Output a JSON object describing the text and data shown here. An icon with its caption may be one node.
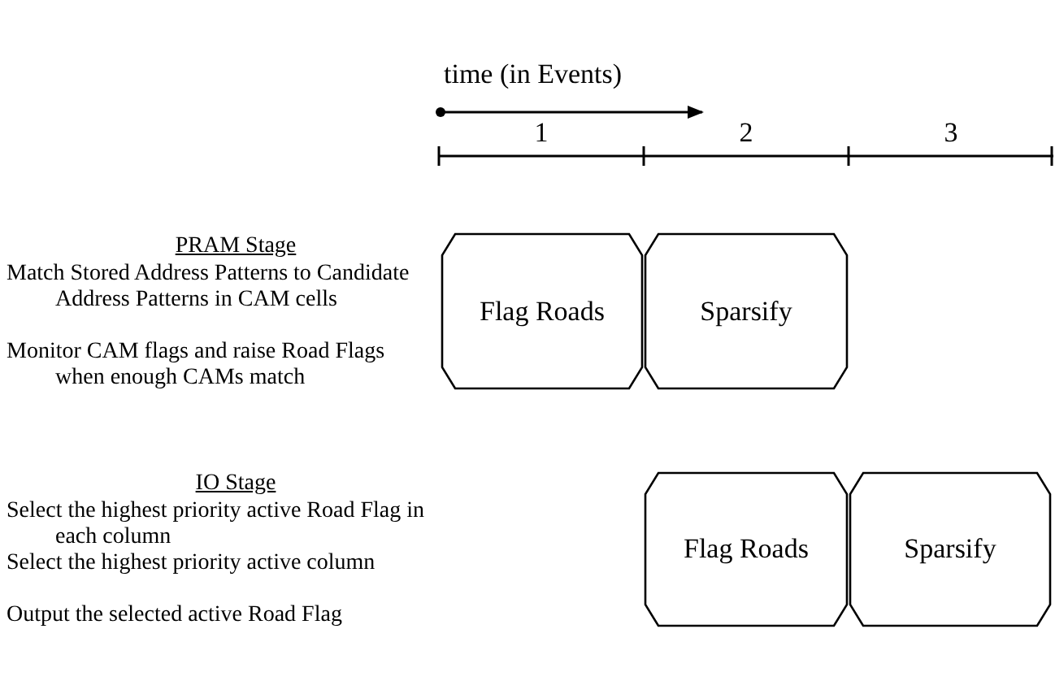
{
  "diagram": {
    "nodes": [
      {
        "text": [
          "Flag Roads"
        ]
      },
      {
        "text": [
          "Sparsify"
        ]
      },
      {
        "text": [
          "Flag Roads"
        ]
      },
      {
        "text": [
          "Sparsify"
        ]
      }
    ],
    "labels": [
      "time (in Events)",
      "1",
      "2",
      "3",
      "PRAM Stage",
      "Match Stored Address Patterns to Candidate Address Patterns in CAM cells",
      "Monitor CAM flags and raise Road Flags when enough CAMs match",
      "IO Stage",
      "Select the highest priority active Road Flag in each column",
      "Select the highest priority active column",
      "Output the selected active Road Flag"
    ]
  }
}
